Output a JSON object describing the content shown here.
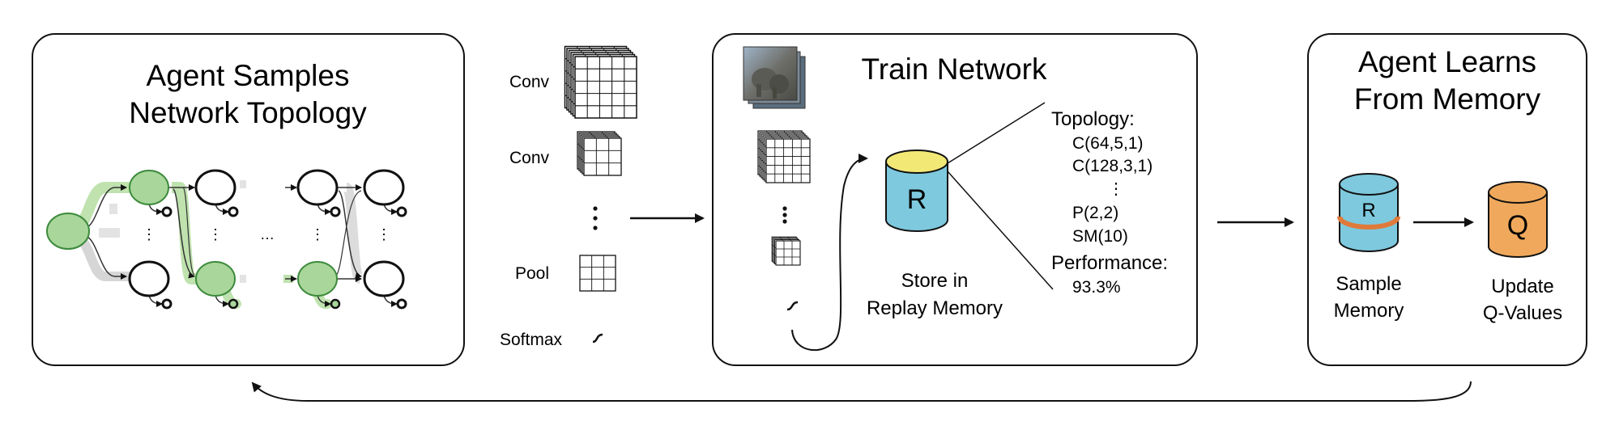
{
  "panels": {
    "sample": {
      "title_line1": "Agent Samples",
      "title_line2": "Network Topology"
    },
    "train": {
      "title": "Train Network",
      "store_line1": "Store in",
      "store_line2": "Replay Memory",
      "replay_label": "R"
    },
    "learn": {
      "title_line1": "Agent Learns",
      "title_line2": "From Memory",
      "memory_label": "R",
      "q_label": "Q",
      "sample_line1": "Sample",
      "sample_line2": "Memory",
      "update_line1": "Update",
      "update_line2": "Q-Values"
    }
  },
  "layers": {
    "conv1": "Conv",
    "conv2": "Conv",
    "pool": "Pool",
    "softmax": "Softmax"
  },
  "topology": {
    "header": "Topology:",
    "items": [
      "C(64,5,1)",
      "C(128,3,1)",
      "P(2,2)",
      "SM(10)"
    ],
    "ellipsis": "⋮",
    "performance_label": "Performance:",
    "performance_value": "93.3%"
  },
  "graph": {
    "hellip": "…",
    "vdots": "⋮"
  },
  "colors": {
    "node_green": "#a9d69a",
    "node_green_stroke": "#3c8a3c",
    "path_green": "#bfe2ae",
    "path_gray": "#d6d6d6",
    "cyl_blue": "#7ec9de",
    "cyl_yellow": "#f2e876",
    "cyl_orange": "#f0a95c",
    "band": "#e07a3a"
  }
}
